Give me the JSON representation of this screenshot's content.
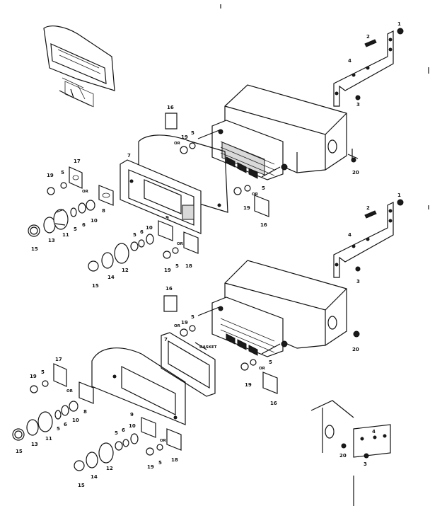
{
  "diagram": {
    "callouts": [
      "1",
      "2",
      "3",
      "4",
      "5",
      "6",
      "7",
      "8",
      "9",
      "10",
      "11",
      "12",
      "13",
      "14",
      "15",
      "16",
      "17",
      "18",
      "19",
      "20"
    ],
    "or_text": "OR",
    "gasket_text": "GASKET"
  }
}
